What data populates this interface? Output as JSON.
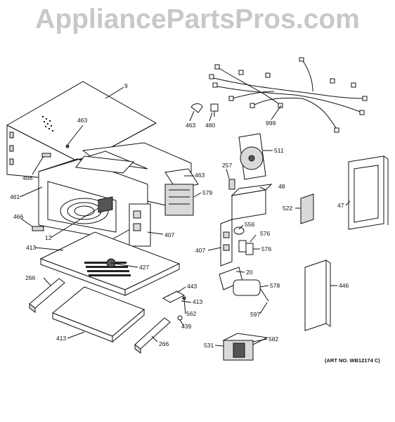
{
  "watermark": "AppliancePartsPros.com",
  "art_number": "(ART NO. WB12174 C)",
  "callouts": {
    "c9": "9",
    "c463a": "463",
    "c466a": "466",
    "c461": "461",
    "c466b": "466",
    "c12": "12",
    "c413a": "413",
    "c266a": "266",
    "c413b": "413",
    "c266b": "266",
    "c427": "427",
    "c407a": "407",
    "c463b": "463",
    "c579": "579",
    "c463c": "463",
    "c480": "480",
    "c999": "999",
    "c511": "511",
    "c257": "257",
    "c48": "48",
    "c556": "556",
    "c576a": "576",
    "c576b": "576",
    "c407b": "407",
    "c20": "20",
    "c578": "578",
    "c597": "597",
    "c443": "443",
    "c413c": "413",
    "c562": "562",
    "c439": "439",
    "c582": "582",
    "c531": "531",
    "c522": "522",
    "c47": "47",
    "c446": "446"
  }
}
